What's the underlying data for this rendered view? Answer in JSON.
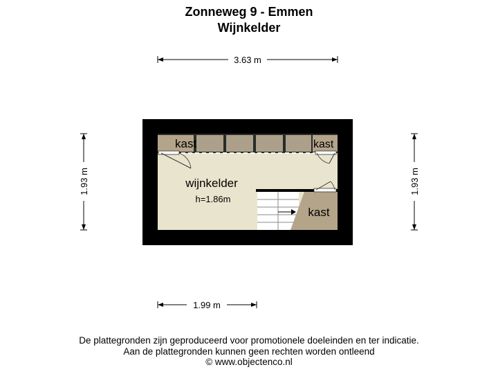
{
  "header": {
    "address": "Zonneweg 9 - Emmen",
    "floor": "Wijnkelder"
  },
  "dimensions": {
    "top_width": "3.63 m",
    "bottom_width": "1.99 m",
    "left_height": "1.93 m",
    "right_height": "1.93 m"
  },
  "rooms": {
    "main_name": "wijnkelder",
    "main_height": "h=1.86m",
    "kast_top_left": "kast",
    "kast_top_right": "kast",
    "kast_bottom_right": "kast"
  },
  "colors": {
    "wall": "#000000",
    "floor": "#e9e4cd",
    "kast": "#b4a48a",
    "shelf": "#ada08a"
  },
  "footer": {
    "line1": "De plattegronden zijn geproduceerd voor promotionele doeleinden en ter indicatie.",
    "line2": "Aan de plattegronden kunnen geen rechten worden ontleend",
    "line3": "© www.objectenco.nl"
  }
}
